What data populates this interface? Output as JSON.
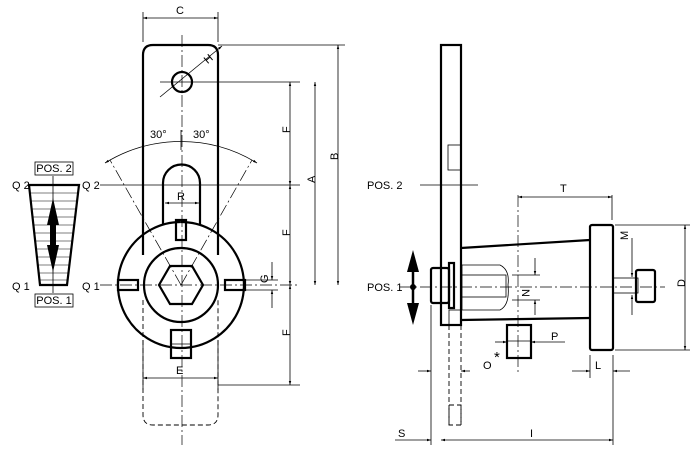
{
  "drawing": {
    "front_view": {
      "dimensions": {
        "C": "C",
        "H": "H",
        "R": "R",
        "F1": "F",
        "F2": "F",
        "F3": "F",
        "A": "A",
        "B": "B",
        "G": "G",
        "E": "E"
      },
      "angles": {
        "left": "30°",
        "right": "30°"
      },
      "q_labels": {
        "q2_left": "Q 2",
        "q2_right": "Q 2",
        "q1_left": "Q 1",
        "q1_right": "Q 1"
      }
    },
    "indicator": {
      "pos2": "POS. 2",
      "pos1": "POS. 1"
    },
    "side_view": {
      "pos2": "POS. 2",
      "pos1": "POS. 1",
      "dimensions": {
        "T": "T",
        "M": "M",
        "N": "N",
        "D": "D",
        "P": "P",
        "O": "O",
        "star": "*",
        "L": "L",
        "S": "S",
        "I": "I"
      }
    }
  }
}
